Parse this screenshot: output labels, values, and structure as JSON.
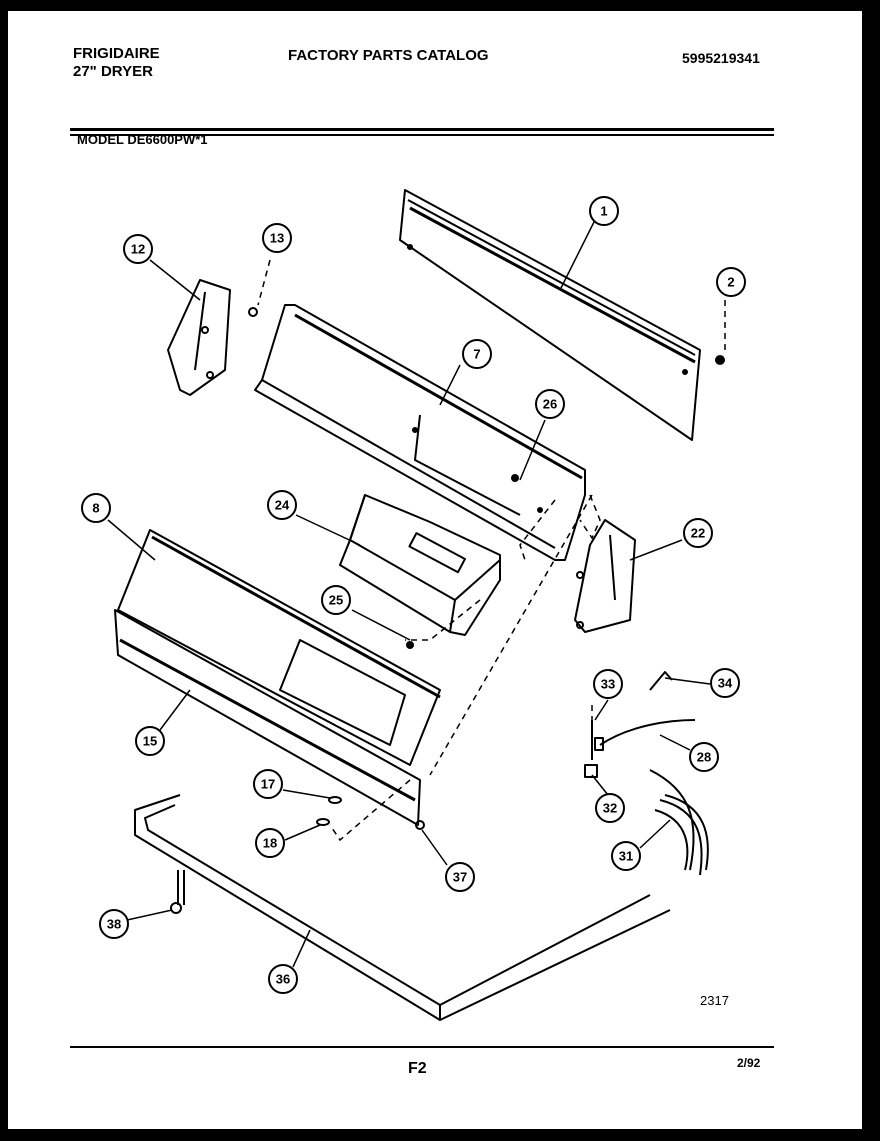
{
  "header": {
    "brand_line1": "FRIGIDAIRE",
    "brand_line2": "27\" DRYER",
    "title": "FACTORY PARTS CATALOG",
    "catalog_number": "5995219341",
    "model": "MODEL DE6600PW*1"
  },
  "footer": {
    "figure_number": "2317",
    "page_code": "F2",
    "date": "2/92"
  },
  "callouts": [
    "1",
    "2",
    "7",
    "8",
    "12",
    "13",
    "15",
    "17",
    "18",
    "22",
    "24",
    "25",
    "26",
    "28",
    "31",
    "32",
    "33",
    "34",
    "36",
    "37",
    "38"
  ]
}
